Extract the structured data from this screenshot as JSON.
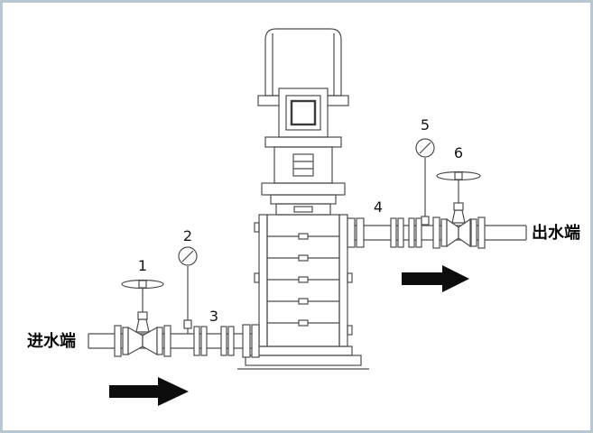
{
  "figure": {
    "inlet_label": "进水端",
    "outlet_label": "出水端",
    "callouts": [
      {
        "num": "1",
        "part": "inlet-gate-valve"
      },
      {
        "num": "2",
        "part": "inlet-pressure-gauge"
      },
      {
        "num": "3",
        "part": "inlet-flexible-joint"
      },
      {
        "num": "4",
        "part": "outlet-flexible-joint"
      },
      {
        "num": "5",
        "part": "outlet-pressure-gauge"
      },
      {
        "num": "6",
        "part": "outlet-gate-valve"
      }
    ],
    "colors": {
      "line": "#4d4d4d",
      "arrow": "#0c0c0c",
      "frame_border": "#b9c7d1",
      "background": "#ffffff"
    }
  }
}
